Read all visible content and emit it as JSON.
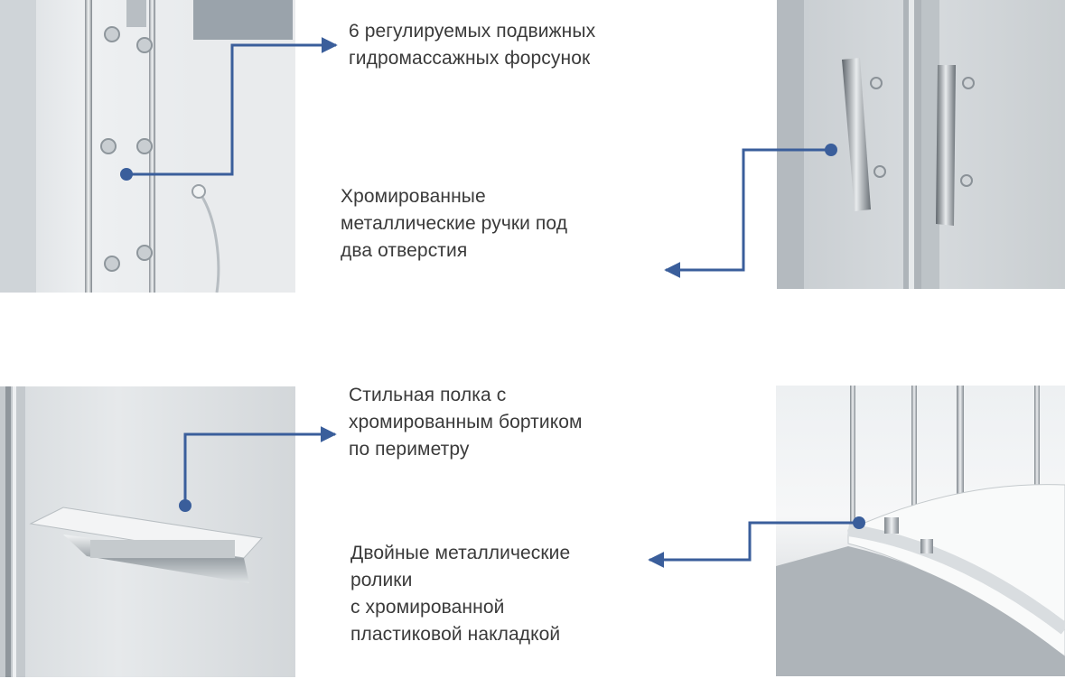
{
  "features": [
    {
      "id": "jets",
      "lines": [
        "6 регулируемых подвижных",
        "гидромассажных форсунок"
      ]
    },
    {
      "id": "handles",
      "lines": [
        "Хромированные",
        "металлические ручки под",
        "два отверстия"
      ]
    },
    {
      "id": "shelf",
      "lines": [
        "Стильная полка с",
        "хромированным бортиком",
        "по периметру"
      ]
    },
    {
      "id": "rollers",
      "lines": [
        "Двойные металлические",
        "ролики",
        "с хромированной",
        "пластиковой накладкой"
      ]
    }
  ],
  "colors": {
    "callout": "#3a5e9b",
    "caption_text": "#3a3a3a",
    "background": "#ffffff"
  }
}
